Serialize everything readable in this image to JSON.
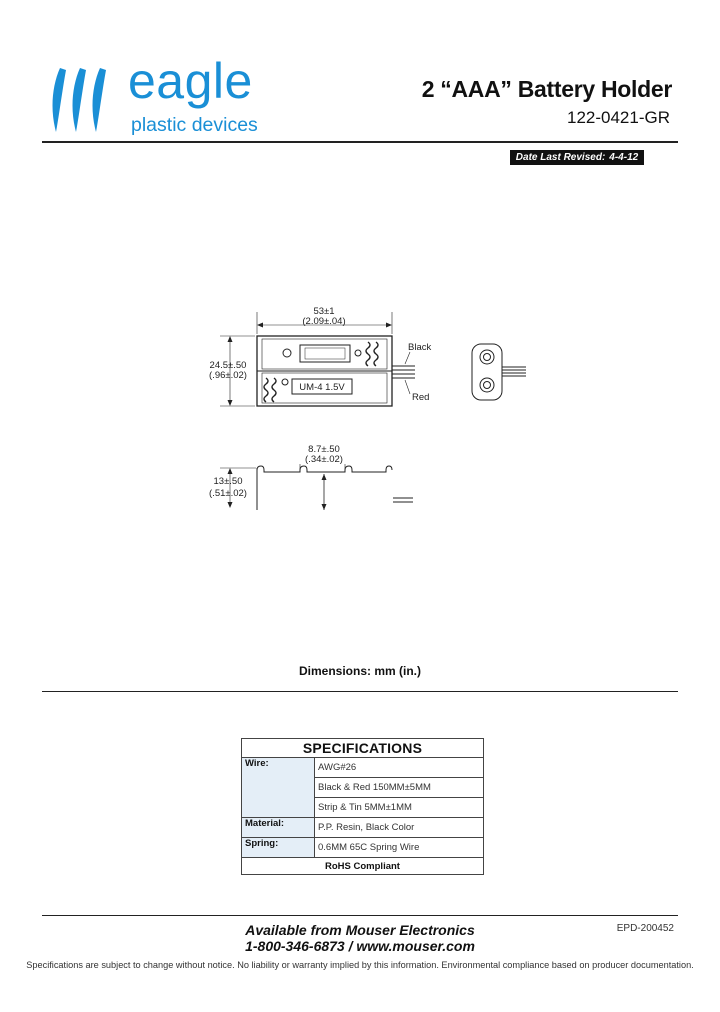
{
  "logo": {
    "wordmark": "eagle",
    "tagline": "plastic devices",
    "brand_color": "#1a8fd6",
    "mark_icon": "eagle-stripes-icon"
  },
  "header": {
    "title": "2 “AAA” Battery Holder",
    "part_number": "122-0421-GR",
    "revised_label": "Date Last Revised:",
    "revised_value": "4-4-12"
  },
  "drawing": {
    "width_mm": "53±1",
    "width_in": "(2.09±.04)",
    "height_mm": "24.5±.50",
    "height_in": "(.96±.02)",
    "wire_black": "Black",
    "wire_red": "Red",
    "cell_label": "UM-4 1.5V",
    "pitch_mm": "8.7±.50",
    "pitch_in": "(.34±.02)",
    "depth_mm": "13±.50",
    "depth_in": "(.51±.02)"
  },
  "dimensions_caption": "Dimensions: mm (in.)",
  "specifications": {
    "title": "SPECIFICATIONS",
    "rows": [
      {
        "label": "Wire:",
        "values": [
          "AWG#26",
          "Black & Red 150MM±5MM",
          "Strip & Tin 5MM±1MM"
        ]
      },
      {
        "label": "Material:",
        "values": [
          "P.P. Resin, Black Color"
        ]
      },
      {
        "label": "Spring:",
        "values": [
          "0.6MM 65C Spring Wire"
        ]
      }
    ],
    "footer": "RoHS Compliant"
  },
  "footer": {
    "available": "Available from Mouser Electronics",
    "contact": "1-800-346-6873 / www.mouser.com",
    "doc_code": "EPD-200452",
    "disclaimer": "Specifications are subject to change without notice.   No liability or warranty implied by this information.   Environmental compliance based on producer documentation."
  }
}
